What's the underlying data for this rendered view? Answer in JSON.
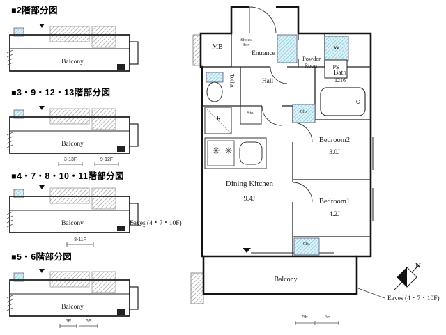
{
  "page": {
    "background": "#ffffff"
  },
  "colors": {
    "line": "#1c1c1c",
    "wet_hatch": "#dff2f8",
    "wet_hatch_line": "#8fd2e4",
    "gray_hatch": "#bbbbbb"
  },
  "left_plans": [
    {
      "title": "■2階部分図",
      "balcony_label": "Balcony"
    },
    {
      "title": "■3・9・12・13階部分図",
      "balcony_label": "Balcony",
      "dim_left": "3-13F",
      "dim_right": "9-12F"
    },
    {
      "title": "■4・7・8・10・11階部分図",
      "balcony_label": "Balcony",
      "eaves_note": "Eaves (4・7・10F)",
      "dim_left": "8-11F"
    },
    {
      "title": "■5・6階部分図",
      "balcony_label": "Balcony",
      "dim_left": "5F",
      "dim_right": "6F"
    }
  ],
  "main_plan": {
    "labels": {
      "mb": "MB",
      "entrance": "Entrance",
      "shoes_box_line1": "Shoes",
      "shoes_box_line2": "Box",
      "powder_line1": "Powder",
      "powder_line2": "Room",
      "washing": "W",
      "ps": "PS",
      "toilet": "Toilet",
      "hall": "Hall",
      "bath": "Bath",
      "bath_size": "1216",
      "refrigerator": "R",
      "storage": "Sto.",
      "closet_upper": "Clo.",
      "bedroom2": "Bedroom2",
      "bedroom2_size": "3.0J",
      "dining_kitchen": "Dining Kitchen",
      "dining_kitchen_size": "9.4J",
      "bedroom1": "Bedroom1",
      "bedroom1_size": "4.2J",
      "closet_lower": "Clo.",
      "balcony": "Balcony"
    },
    "eaves_note": "Eaves (4・7・10F)",
    "dims": {
      "left": "5F",
      "right": "6F"
    },
    "compass": {
      "north": "N"
    }
  }
}
